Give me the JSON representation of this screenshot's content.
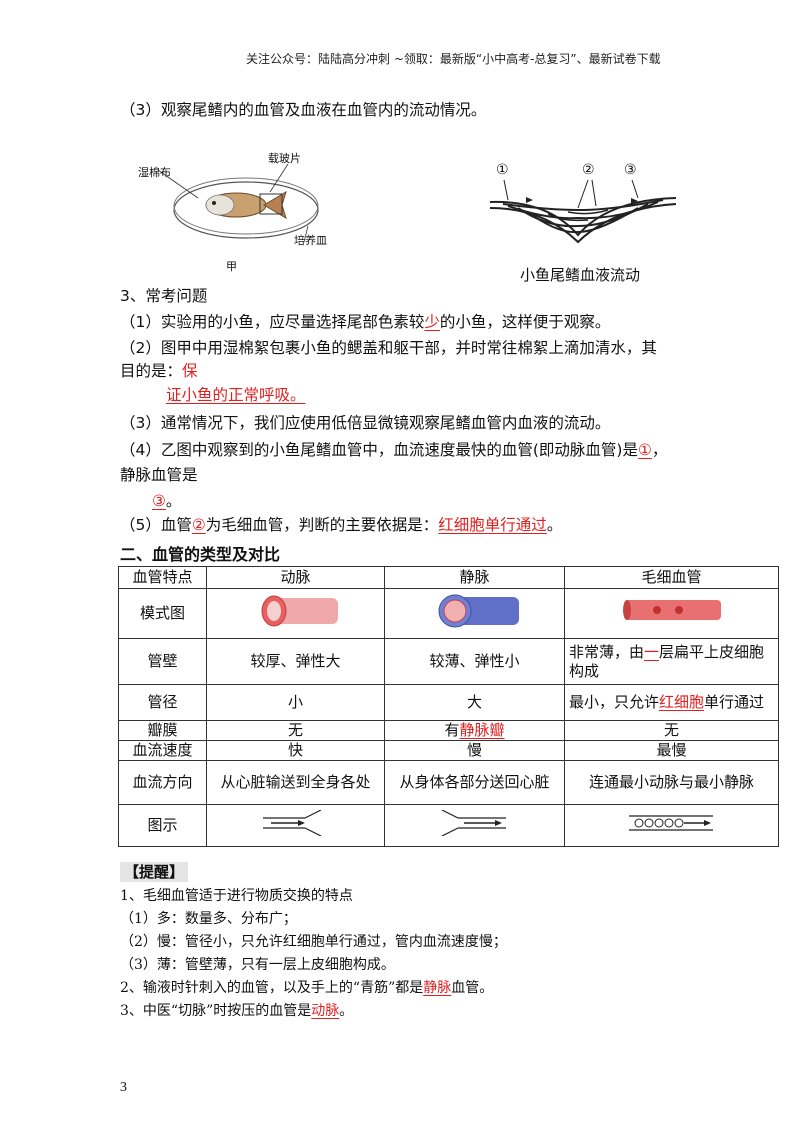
{
  "header": {
    "text": "关注公众号：陆陆高分冲刺  ~领取：最新版“小中高考-总复习”、最新试卷下载"
  },
  "section3": {
    "heading": "（3）观察尾鳍内的血管及血液在血管内的流动情况。"
  },
  "figure_jia": {
    "label_cotton": "湿棉布",
    "label_slide": "载玻片",
    "label_dish": "培养皿",
    "caption": "甲"
  },
  "figure_yi": {
    "marker1": "①",
    "marker2": "②",
    "marker3": "③",
    "caption": "小鱼尾鳍血液流动"
  },
  "questions": {
    "title": "3、常考问题",
    "q1_a": "（1）实验用的小鱼，应尽量选择尾部色素较",
    "q1_ans": "少",
    "q1_b": "的小鱼，这样便于观察。",
    "q2_a": "（2）图甲中用湿棉絮包裹小鱼的鳃盖和躯干部，并时常往棉絮上滴加清水，其",
    "q2_b": "目的是：",
    "q2_ans1": "保",
    "q2_ans2": "证小鱼的正常呼吸。",
    "q3": "（3）通常情况下，我们应使用低倍显微镜观察尾鳍血管内血液的流动。",
    "q4_a": "（4）乙图中观察到的小鱼尾鳍血管中，血流速度最快的血管(即动脉血管)是",
    "q4_ans1": "①",
    "q4_b": "，",
    "q4_c": "静脉血管是",
    "q4_ans2": "③",
    "q4_d": "。",
    "q5_a": "（5）血管",
    "q5_ans1": "②",
    "q5_b": "为毛细血管，判断的主要依据是：",
    "q5_ans2": "红细胞单行通过",
    "q5_c": "。"
  },
  "section_title": "二、血管的类型及对比",
  "table": {
    "headers": [
      "血管特点",
      "动脉",
      "静脉",
      "毛细血管"
    ],
    "row_model": "模式图",
    "row_wall": [
      "管壁",
      "较厚、弹性大",
      "较薄、弹性小"
    ],
    "wall_cap_a": "非常薄，由",
    "wall_cap_red": "一",
    "wall_cap_b": "层扁平上皮细胞构成",
    "row_diam": [
      "管径",
      "小",
      "大"
    ],
    "diam_cap_a": "最小，只允许",
    "diam_cap_red": "红细胞",
    "diam_cap_b": "单行通过",
    "row_valve_label": "瓣膜",
    "valve_artery": "无",
    "valve_vein_a": "有",
    "valve_vein_red": "静脉瓣",
    "valve_cap": "无",
    "row_speed": [
      "血流速度",
      "快",
      "慢",
      "最慢"
    ],
    "row_dir": [
      "血流方向",
      "从心脏输送到全身各处",
      "从身体各部分送回心脏",
      "连通最小动脉与最小静脉"
    ],
    "row_diagram": "图示"
  },
  "tips": {
    "title": "【提醒】",
    "l1": "1、毛细血管适于进行物质交换的特点",
    "l2": "（1）多：数量多、分布广；",
    "l3": "（2）慢：管径小，只允许红细胞单行通过，管内血流速度慢；",
    "l4": "（3）薄：管壁薄，只有一层上皮细胞构成。",
    "l5_a": "2、输液时针刺入的血管，以及手上的“青筋”都是",
    "l5_ans": "静脉",
    "l5_b": "血管。",
    "l6_a": "3、中医“切脉”时按压的血管是",
    "l6_ans": "动脉",
    "l6_b": "。"
  },
  "page_number": "3"
}
